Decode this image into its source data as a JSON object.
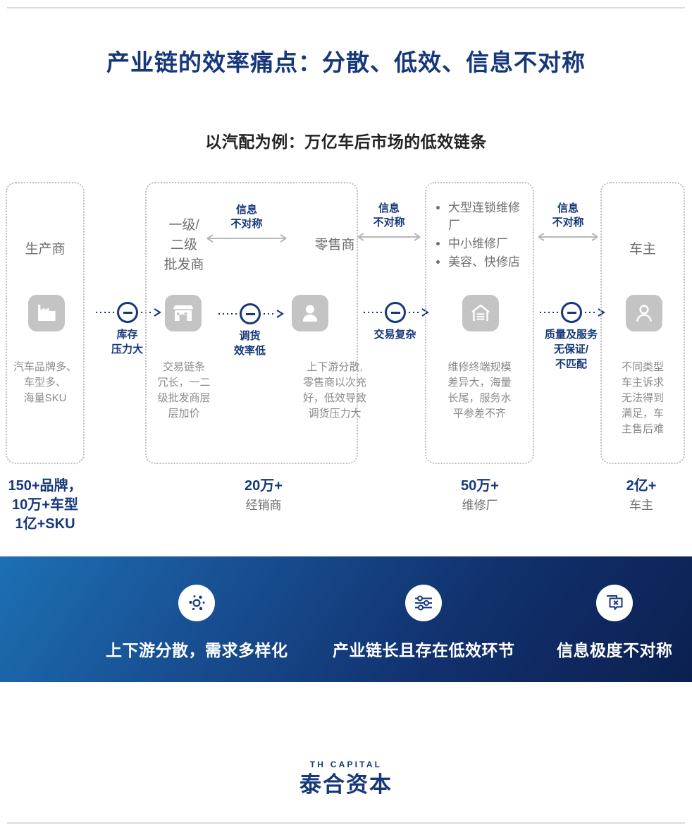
{
  "page": {
    "title": "产业链的效率痛点：分散、低效、信息不对称",
    "subtitle": "以汽配为例：万亿车后市场的低效链条"
  },
  "diagram": {
    "stages": [
      {
        "id": "manufacturer",
        "title": "生产商",
        "icon": "factory-icon",
        "desc": "汽车品牌多、\n车型多、\n海量SKU"
      },
      {
        "id": "wholesaler",
        "title": "一级/\n二级\n批发商",
        "icon": "shop-icon",
        "desc": "交易链条\n冗长，一二\n级批发商层\n层加价"
      },
      {
        "id": "retailer",
        "title": "零售商",
        "icon": "salesperson-icon",
        "desc": "上下游分散,\n零售商以次充\n好，低效导致\n调货压力大"
      },
      {
        "id": "repair-shop",
        "title": "",
        "icon": "garage-icon",
        "bullets": [
          "大型连锁维修厂",
          "中小维修厂",
          "美容、快修店"
        ],
        "desc": "维修终端规模\n差异大，海量\n长尾，服务水\n平参差不齐"
      },
      {
        "id": "car-owner",
        "title": "车主",
        "icon": "person-icon",
        "desc": "不同类型\n车主诉求\n无法得到\n满足，车\n主售后难"
      }
    ],
    "friction_nodes": [
      {
        "id": "inventory",
        "label": "库存\n压力大"
      },
      {
        "id": "transfer",
        "label": "调货\n效率低"
      },
      {
        "id": "complex-trade",
        "label": "交易复杂"
      },
      {
        "id": "quality",
        "label": "质量及服务\n无保证/\n不匹配"
      }
    ],
    "asymmetry_labels": [
      {
        "id": "asym-1",
        "label": "信息\n不对称"
      },
      {
        "id": "asym-2",
        "label": "信息\n不对称"
      },
      {
        "id": "asym-3",
        "label": "信息\n不对称"
      }
    ]
  },
  "stats": [
    {
      "id": "brands",
      "num": "150+品牌，\n10万+车型\n1亿+SKU",
      "label": ""
    },
    {
      "id": "dealers",
      "num": "20万+",
      "label": "经销商"
    },
    {
      "id": "repairs",
      "num": "50万+",
      "label": "维修厂"
    },
    {
      "id": "owners",
      "num": "2亿+",
      "label": "车主"
    }
  ],
  "banner": {
    "items": [
      {
        "id": "dispersed",
        "icon": "scatter-dots-icon",
        "caption": "上下游分散，需求多样化"
      },
      {
        "id": "long-chain",
        "icon": "sliders-icon",
        "caption": "产业链长且存在低效环节"
      },
      {
        "id": "asymmetry",
        "icon": "chat-blocked-icon",
        "caption": "信息极度不对称"
      }
    ]
  },
  "footer": {
    "logo_en": "TH CAPITAL",
    "logo_cn": "泰合资本"
  },
  "colors": {
    "brand_blue": "#16387a",
    "grey_text": "#6e6e6e",
    "tile_grey": "#c4c4c4",
    "banner_from": "#1d6fb4",
    "banner_to": "#0c2050"
  }
}
